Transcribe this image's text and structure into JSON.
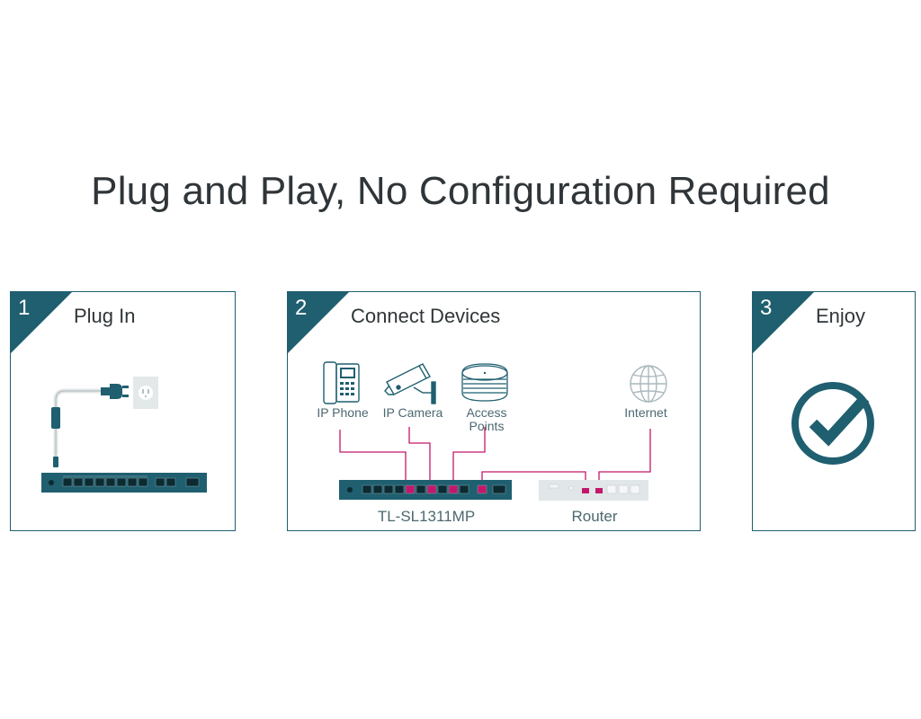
{
  "headline": "Plug and Play, No Configuration Required",
  "colors": {
    "teal": "#1f5f6f",
    "magenta": "#c2186b",
    "text": "#2f3538"
  },
  "steps": [
    {
      "number": "1",
      "title": "Plug In",
      "icons": [
        "power-plug-icon",
        "wall-outlet-icon",
        "switch-device-icon"
      ]
    },
    {
      "number": "2",
      "title": "Connect Devices",
      "devices": [
        {
          "label": "IP Phone",
          "icon": "ip-phone-icon"
        },
        {
          "label": "IP Camera",
          "icon": "ip-camera-icon"
        },
        {
          "label": "Access Points",
          "label_line1": "Access",
          "label_line2": "Points",
          "icon": "access-point-icon"
        },
        {
          "label": "Internet",
          "icon": "globe-icon"
        }
      ],
      "switch_label": "TL-SL1311MP",
      "router_label": "Router"
    },
    {
      "number": "3",
      "title": "Enjoy",
      "icons": [
        "checkmark-circle-icon"
      ]
    }
  ]
}
